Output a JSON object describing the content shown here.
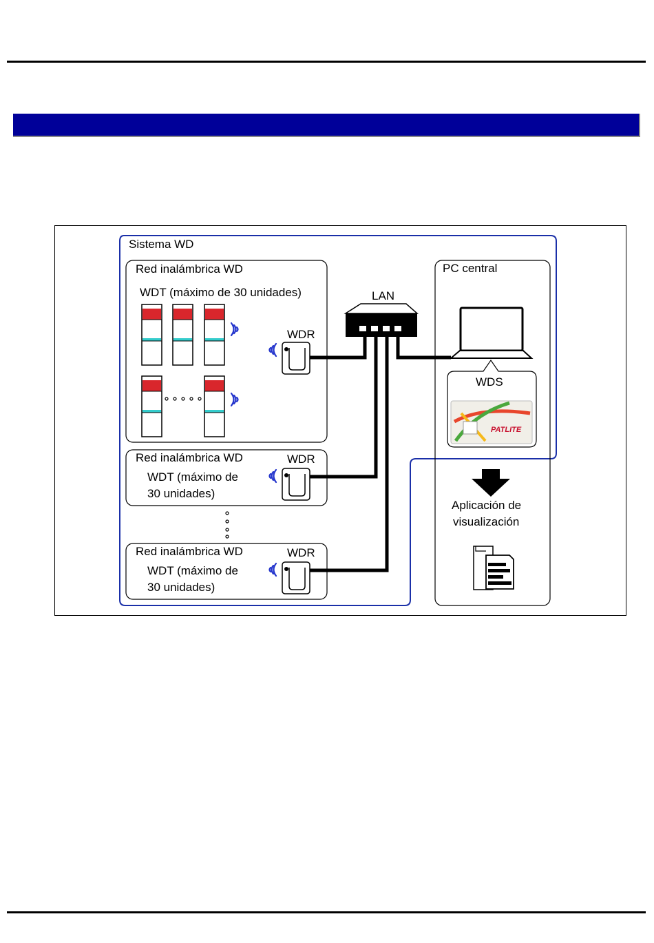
{
  "diagram": {
    "system_label": "Sistema WD",
    "network_label": "Red inalámbrica WD",
    "pc_label": "PC central",
    "lan_label": "LAN",
    "wdr_label": "WDR",
    "wds_label": "WDS",
    "wdt_full_label": "WDT (máximo de 30 unidades)",
    "wdt_short_line1": "WDT (máximo de",
    "wdt_short_line2": "30 unidades)",
    "app_line1": "Aplicación de",
    "app_line2": "visualización",
    "logo_text": "PATLITE",
    "colors": {
      "system_border": "#1a2fa8",
      "header_bar": "#000099",
      "signal_waves": "#2233cc",
      "light_red": "#d9262c",
      "light_cyan": "#33cccc"
    }
  }
}
